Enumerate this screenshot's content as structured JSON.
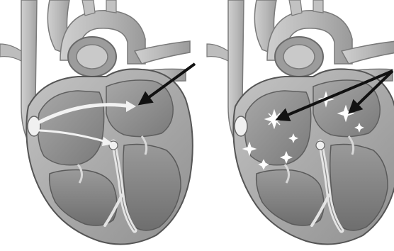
{
  "figure": {
    "panels": [
      {
        "id": "left",
        "condition": "normal-conduction",
        "arrow_count": 1,
        "spark_count": 0
      },
      {
        "id": "right",
        "condition": "fibrillation",
        "arrow_count": 2,
        "spark_count": 8
      }
    ],
    "colors": {
      "background": "#ffffff",
      "vessel": "#b4b4b4",
      "vessel_dark": "#8c8c8c",
      "wall": "#a6a6a6",
      "outline": "#595959",
      "chamber": "#7e7e7e",
      "chamber_light": "#d9d9d9",
      "septum": "#c8c8c8",
      "arrow": "#111111",
      "signal": "#f2f2f2",
      "spark": "#ffffff"
    }
  }
}
